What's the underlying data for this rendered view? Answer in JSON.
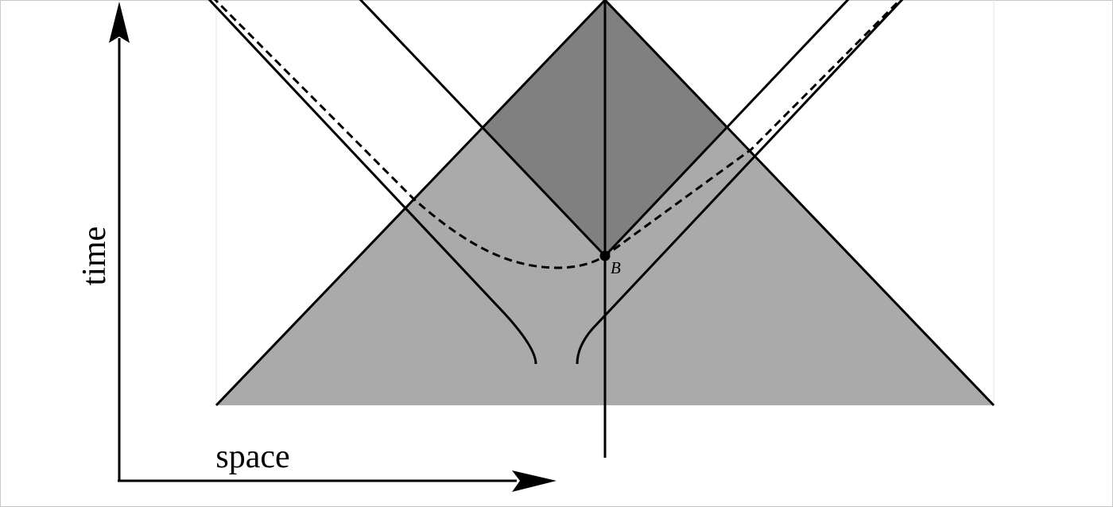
{
  "axes": {
    "time_label": "time",
    "space_label": "space"
  },
  "event": {
    "label": "B"
  },
  "colors": {
    "ink": "#000000",
    "light_region": "#aaaaaa",
    "dark_region": "#808080",
    "background": "#ffffff"
  }
}
